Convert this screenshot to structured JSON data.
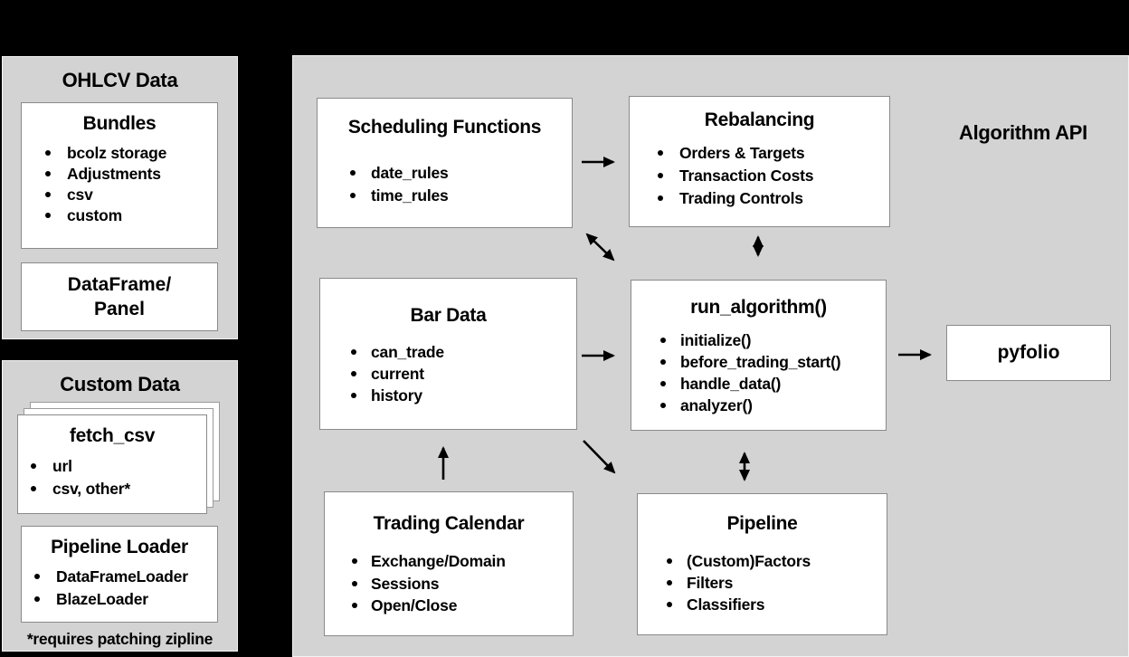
{
  "colors": {
    "background": "#000000",
    "panel_gray": "#d3d3d3",
    "box_white": "#ffffff",
    "box_border": "#8a8a8a",
    "text": "#000000",
    "arrow": "#000000"
  },
  "left": {
    "ohlcv": {
      "title": "OHLCV Data",
      "bundles": {
        "title": "Bundles",
        "items": [
          "bcolz storage",
          "Adjustments",
          "csv",
          "custom"
        ]
      },
      "dataframe": {
        "line1": "DataFrame/",
        "line2": "Panel"
      }
    },
    "custom": {
      "title": "Custom Data",
      "fetch_csv": {
        "title": "fetch_csv",
        "items": [
          "url",
          "csv, other*"
        ]
      },
      "pipeline_loader": {
        "title": "Pipeline Loader",
        "items": [
          "DataFrameLoader",
          "BlazeLoader"
        ]
      },
      "footnote": "*requires patching zipline"
    }
  },
  "main": {
    "api_label": "Algorithm API",
    "scheduling": {
      "title": "Scheduling Functions",
      "items": [
        "date_rules",
        "time_rules"
      ]
    },
    "rebalancing": {
      "title": "Rebalancing",
      "items": [
        "Orders & Targets",
        "Transaction Costs",
        "Trading Controls"
      ]
    },
    "bar_data": {
      "title": "Bar Data",
      "items": [
        "can_trade",
        "current",
        "history"
      ]
    },
    "run_algorithm": {
      "title": "run_algorithm()",
      "items": [
        "initialize()",
        "before_trading_start()",
        "handle_data()",
        "analyzer()"
      ]
    },
    "pyfolio": {
      "title": "pyfolio"
    },
    "trading_calendar": {
      "title": "Trading Calendar",
      "items": [
        "Exchange/Domain",
        "Sessions",
        "Open/Close"
      ]
    },
    "pipeline": {
      "title": "Pipeline",
      "items": [
        "(Custom)Factors",
        "Filters",
        "Classifiers"
      ]
    }
  }
}
